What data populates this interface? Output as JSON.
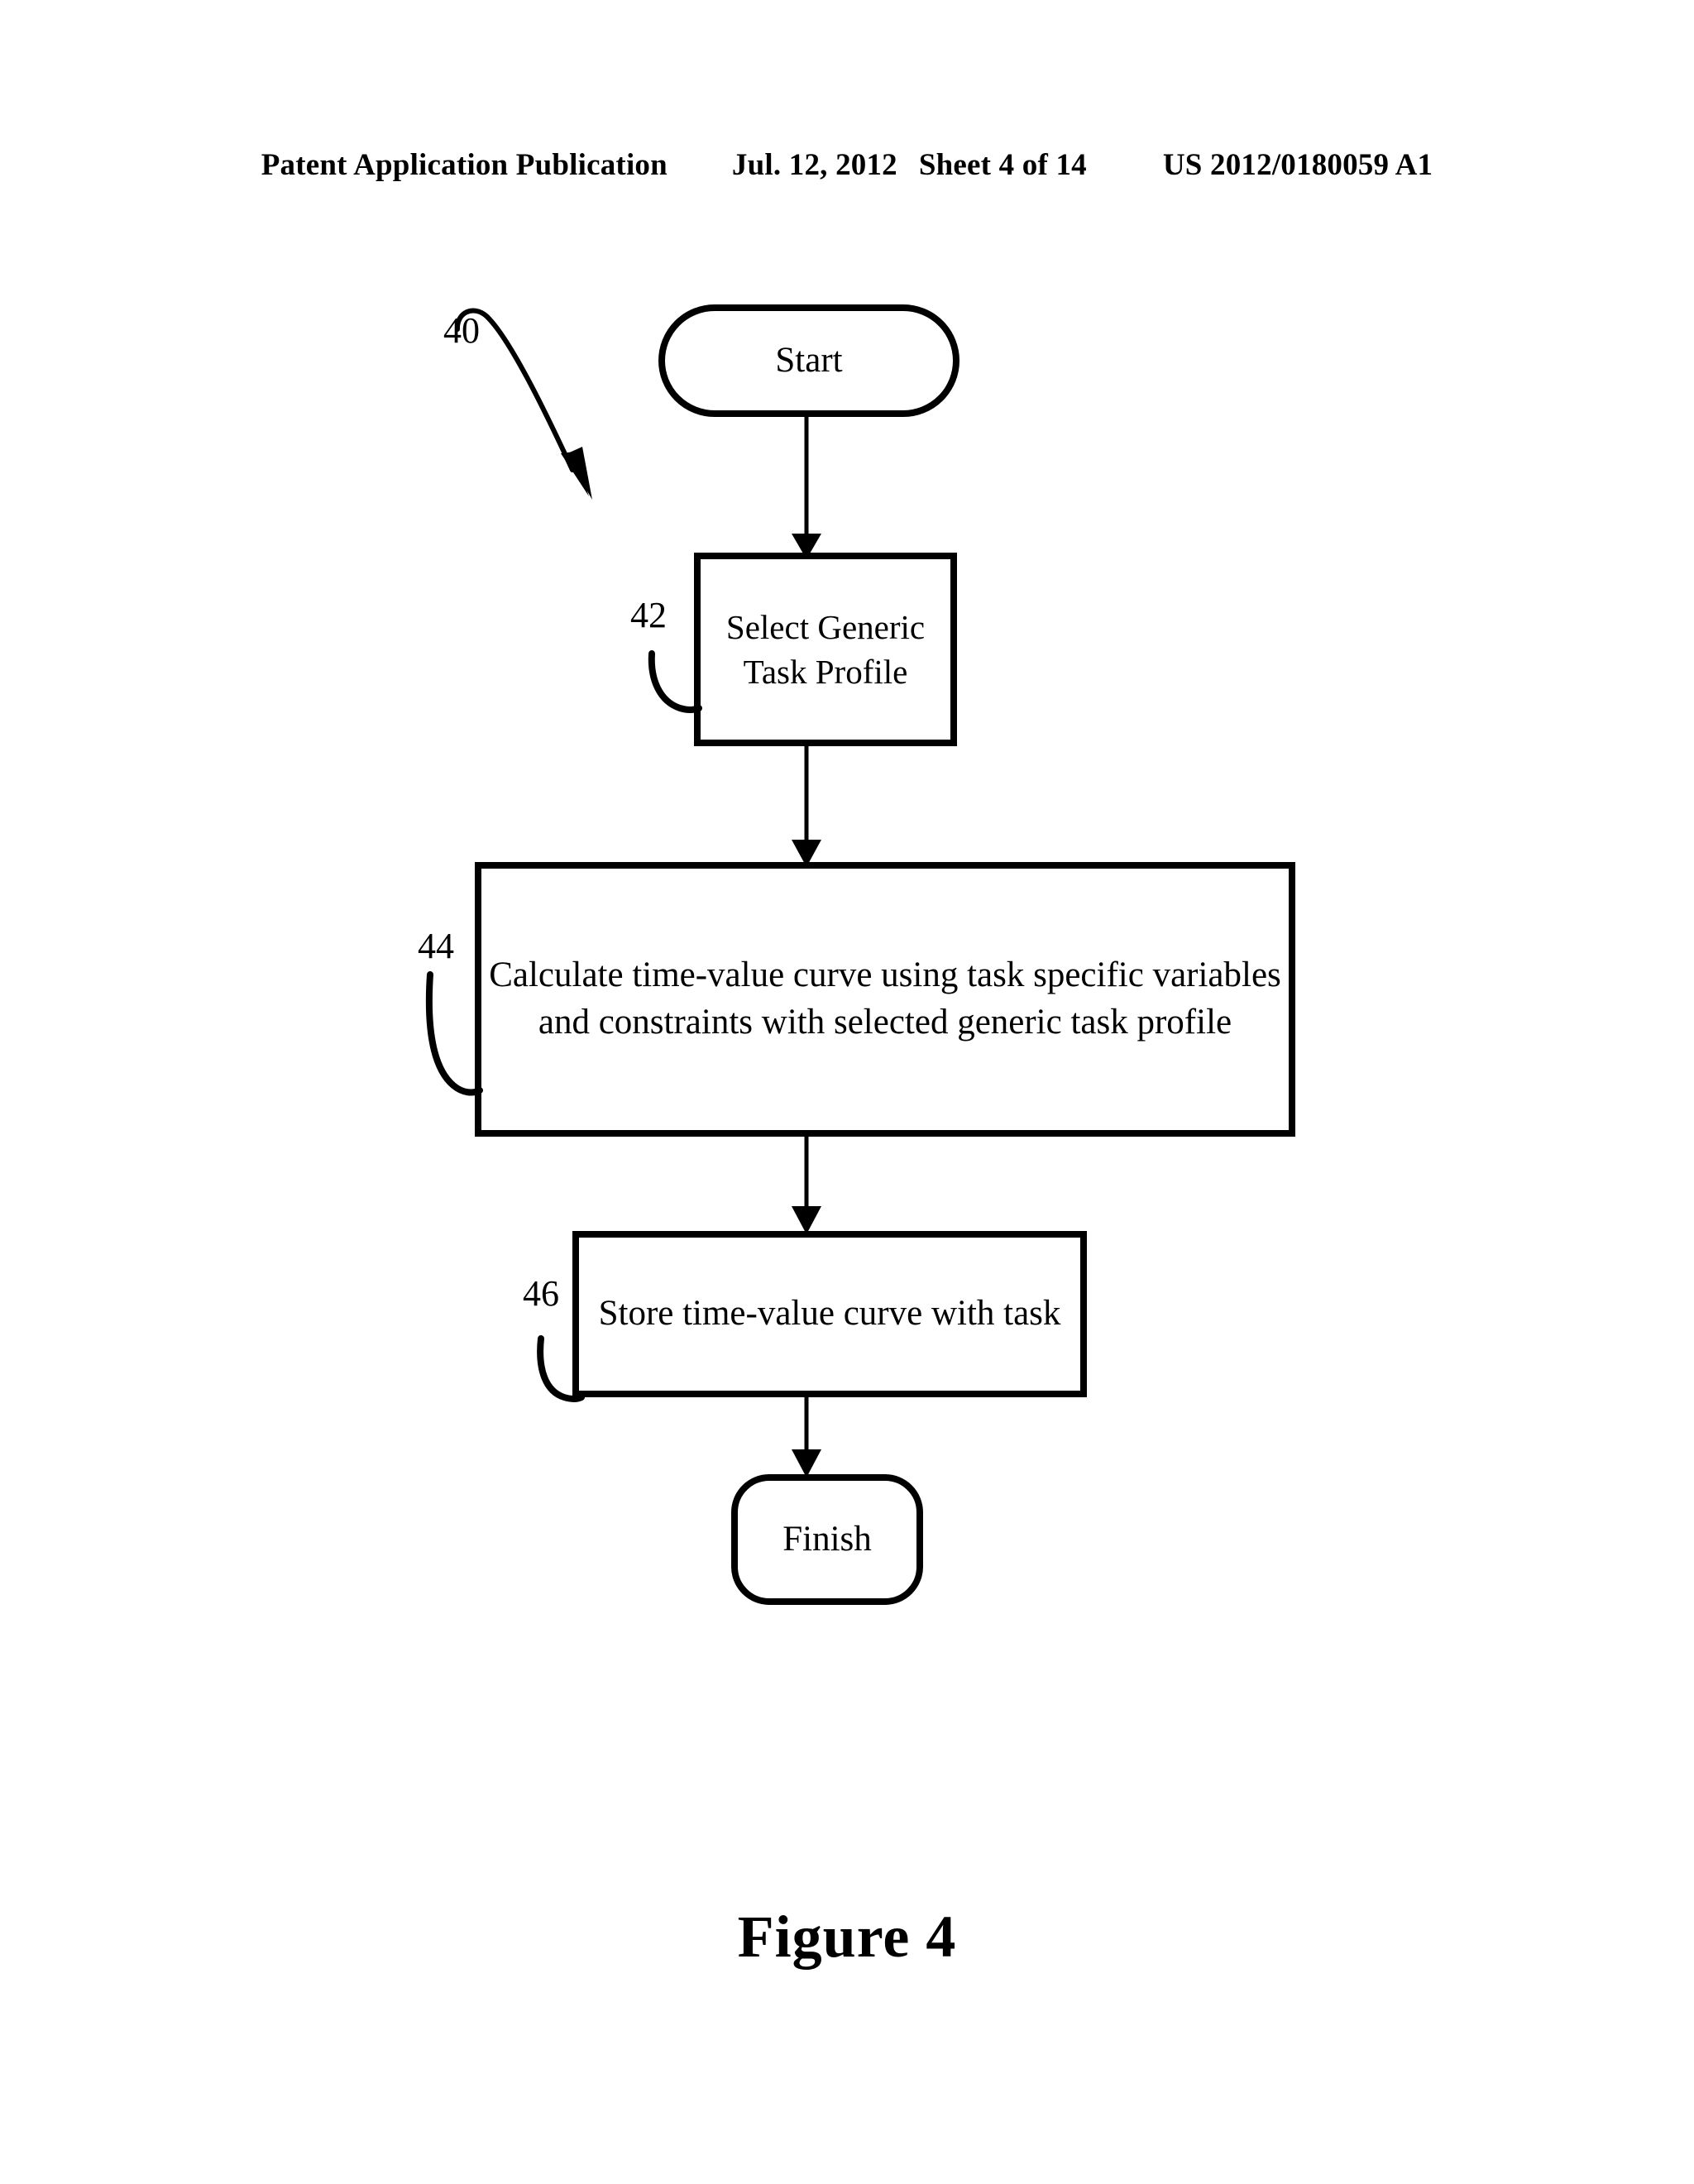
{
  "header": {
    "publication_label": "Patent Application Publication",
    "date": "Jul. 12, 2012",
    "sheet": "Sheet 4 of 14",
    "document_number": "US 2012/0180059 A1"
  },
  "figure": {
    "caption": "Figure 4",
    "overall_ref": "40",
    "colors": {
      "stroke": "#000000",
      "fill": "#ffffff",
      "text": "#000000"
    },
    "nodes": [
      {
        "id": "start",
        "type": "terminator",
        "label": "Start",
        "lines": [
          "Start"
        ],
        "ref": null
      },
      {
        "id": "select-generic-task-profile",
        "type": "process",
        "label": "Select Generic Task Profile",
        "lines": [
          "Select Generic",
          "Task Profile"
        ],
        "ref": "42"
      },
      {
        "id": "calculate-time-value-curve",
        "type": "process",
        "label": "Calculate time-value curve using task specific variables and constraints with selected generic task profile",
        "lines": [
          "Calculate time-value curve using task specific variables",
          "and constraints with selected generic task profile"
        ],
        "ref": "44"
      },
      {
        "id": "store-time-value-curve",
        "type": "process",
        "label": "Store time-value curve with task",
        "lines": [
          "Store time-value curve with task"
        ],
        "ref": "46"
      },
      {
        "id": "finish",
        "type": "terminator",
        "label": "Finish",
        "lines": [
          "Finish"
        ],
        "ref": null
      }
    ],
    "edges": [
      {
        "from": "start",
        "to": "select-generic-task-profile",
        "label": ""
      },
      {
        "from": "select-generic-task-profile",
        "to": "calculate-time-value-curve",
        "label": ""
      },
      {
        "from": "calculate-time-value-curve",
        "to": "store-time-value-curve",
        "label": ""
      },
      {
        "from": "store-time-value-curve",
        "to": "finish",
        "label": ""
      }
    ]
  }
}
